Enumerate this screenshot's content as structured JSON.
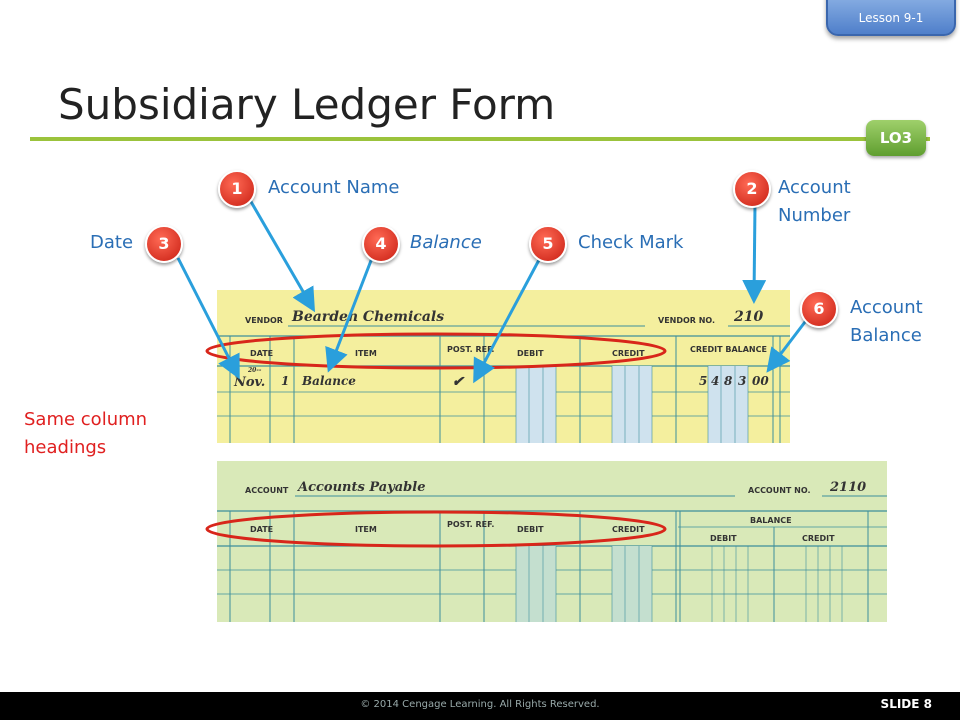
{
  "lesson": "Lesson 9-1",
  "title": "Subsidiary Ledger Form",
  "objective": "LO3",
  "callouts": [
    {
      "num": "1",
      "label": "Account  Name"
    },
    {
      "num": "2",
      "label": "Account Number"
    },
    {
      "num": "3",
      "label": "Date"
    },
    {
      "num": "4",
      "label": "Balance"
    },
    {
      "num": "5",
      "label": "Check Mark"
    },
    {
      "num": "6",
      "label": "Account Balance"
    }
  ],
  "callout_2_lines": [
    "Account",
    "Number"
  ],
  "callout_6_lines": [
    "Account",
    "Balance"
  ],
  "side_note_lines": [
    "Same column",
    "headings"
  ],
  "vendor_form": {
    "vendor_label": "VENDOR",
    "vendor_name": "Bearden Chemicals",
    "vendor_no_label": "VENDOR NO.",
    "vendor_no": "210",
    "headers": [
      "DATE",
      "ITEM",
      "POST. REF.",
      "DEBIT",
      "CREDIT",
      "CREDIT BALANCE"
    ],
    "row": {
      "year": "20--",
      "month": "Nov.",
      "day": "1",
      "item": "Balance",
      "post_ref": "✔",
      "balance": [
        "5",
        "4",
        "8",
        "3",
        "00"
      ]
    }
  },
  "account_form": {
    "account_label": "ACCOUNT",
    "account_name": "Accounts Payable",
    "account_no_label": "ACCOUNT NO.",
    "account_no": "2110",
    "headers": [
      "DATE",
      "ITEM",
      "POST. REF.",
      "DEBIT",
      "CREDIT"
    ],
    "balance_header": "BALANCE",
    "balance_subheaders": [
      "DEBIT",
      "CREDIT"
    ]
  },
  "footer": {
    "copyright": "© 2014 Cengage Learning. All Rights Reserved.",
    "slide": "SLIDE 8"
  },
  "colors": {
    "vendor_form_bg": "#f4ef9e",
    "account_form_bg": "#d9e9b8",
    "grid_line": "#3d8f9c",
    "callout_red": "#d8261a",
    "label_blue": "#2a6eb5",
    "arrow_blue": "#2a9fdc",
    "accent_green": "#9bc33c"
  }
}
